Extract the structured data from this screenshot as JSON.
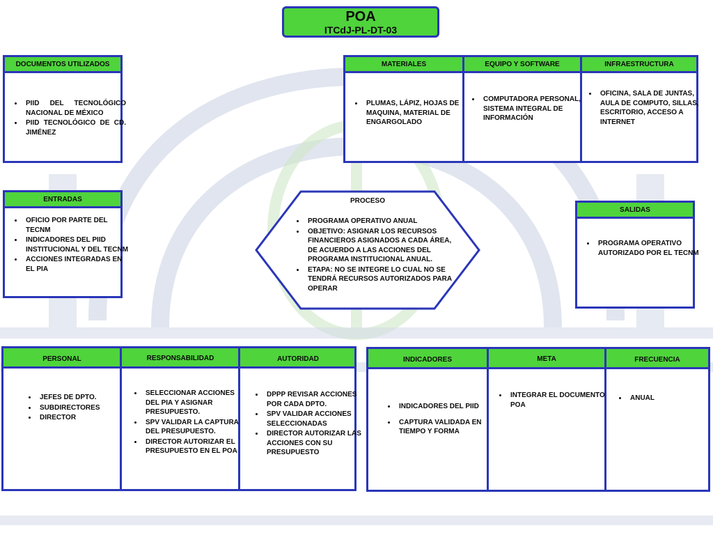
{
  "title": {
    "main": "POA",
    "code": "ITCdJ-PL-DT-03"
  },
  "documentos": {
    "header": "DOCUMENTOS UTILIZADOS",
    "items": [
      "PIID DEL TECNOLÓGICO NACIONAL DE MÉXICO",
      "PIID TECNOLÓGICO DE CD. JIMÉNEZ"
    ]
  },
  "materiales": {
    "header": "MATERIALES",
    "items": [
      "PLUMAS, LÁPIZ, HOJAS DE MAQUINA, MATERIAL DE ENGARGOLADO"
    ]
  },
  "equipo": {
    "header": "EQUIPO Y SOFTWARE",
    "items": [
      "COMPUTADORA PERSONAL, SISTEMA INTEGRAL DE INFORMACIÓN"
    ]
  },
  "infraestructura": {
    "header": "INFRAESTRUCTURA",
    "items": [
      "OFICINA, SALA DE JUNTAS, AULA DE COMPUTO, SILLAS, ESCRITORIO, ACCESO A INTERNET"
    ]
  },
  "entradas": {
    "header": "ENTRADAS",
    "items": [
      "OFICIO POR PARTE DEL TECNM",
      "INDICADORES DEL PIID INSTITUCIONAL Y DEL TECNM",
      "ACCIONES INTEGRADAS EN EL PIA"
    ]
  },
  "proceso": {
    "header": "PROCESO",
    "items": [
      "PROGRAMA OPERATIVO ANUAL",
      "OBJETIVO: ASIGNAR LOS RECURSOS FINANCIEROS ASIGNADOS  A CADA ÁREA, DE ACUERDO A LAS ACCIONES DEL PROGRAMA INSTITUCIONAL ANUAL.",
      "ETAPA: NO SE INTEGRE LO CUAL NO SE TENDRÁ RECURSOS AUTORIZADOS PARA OPERAR"
    ]
  },
  "salidas": {
    "header": "SALIDAS",
    "items": [
      "PROGRAMA OPERATIVO AUTORIZADO POR EL TECNM"
    ]
  },
  "personal": {
    "header": "PERSONAL",
    "items": [
      "JEFES DE DPTO.",
      "SUBDIRECTORES",
      "DIRECTOR"
    ]
  },
  "responsabilidad": {
    "header": "RESPONSABILIDAD",
    "items": [
      "SELECCIONAR ACCIONES DEL PIA Y ASIGNAR PRESUPUESTO.",
      "SPV VALIDAR LA CAPTURA DEL PRESUPUESTO.",
      "DIRECTOR AUTORIZAR EL PRESUPUESTO EN EL POA"
    ]
  },
  "autoridad": {
    "header": "AUTORIDAD",
    "items": [
      "DPPP REVISAR ACCIONES  POR  CADA DPTO.",
      "SPV VALIDAR ACCIONES SELECCIONADAS",
      "DIRECTOR AUTORIZAR LAS ACCIONES CON SU PRESUPUESTO"
    ]
  },
  "indicadores": {
    "header": "INDICADORES",
    "items": [
      "INDICADORES DEL PIID",
      "CAPTURA VALIDADA EN TIEMPO Y FORMA"
    ]
  },
  "meta": {
    "header": "META",
    "items": [
      "INTEGRAR EL DOCUMENTO POA"
    ]
  },
  "frecuencia": {
    "header": "FRECUENCIA",
    "items": [
      "ANUAL"
    ]
  },
  "colors": {
    "green": "#4fd43c",
    "border": "#2a36b8",
    "watermark": "#9aa5c4"
  }
}
